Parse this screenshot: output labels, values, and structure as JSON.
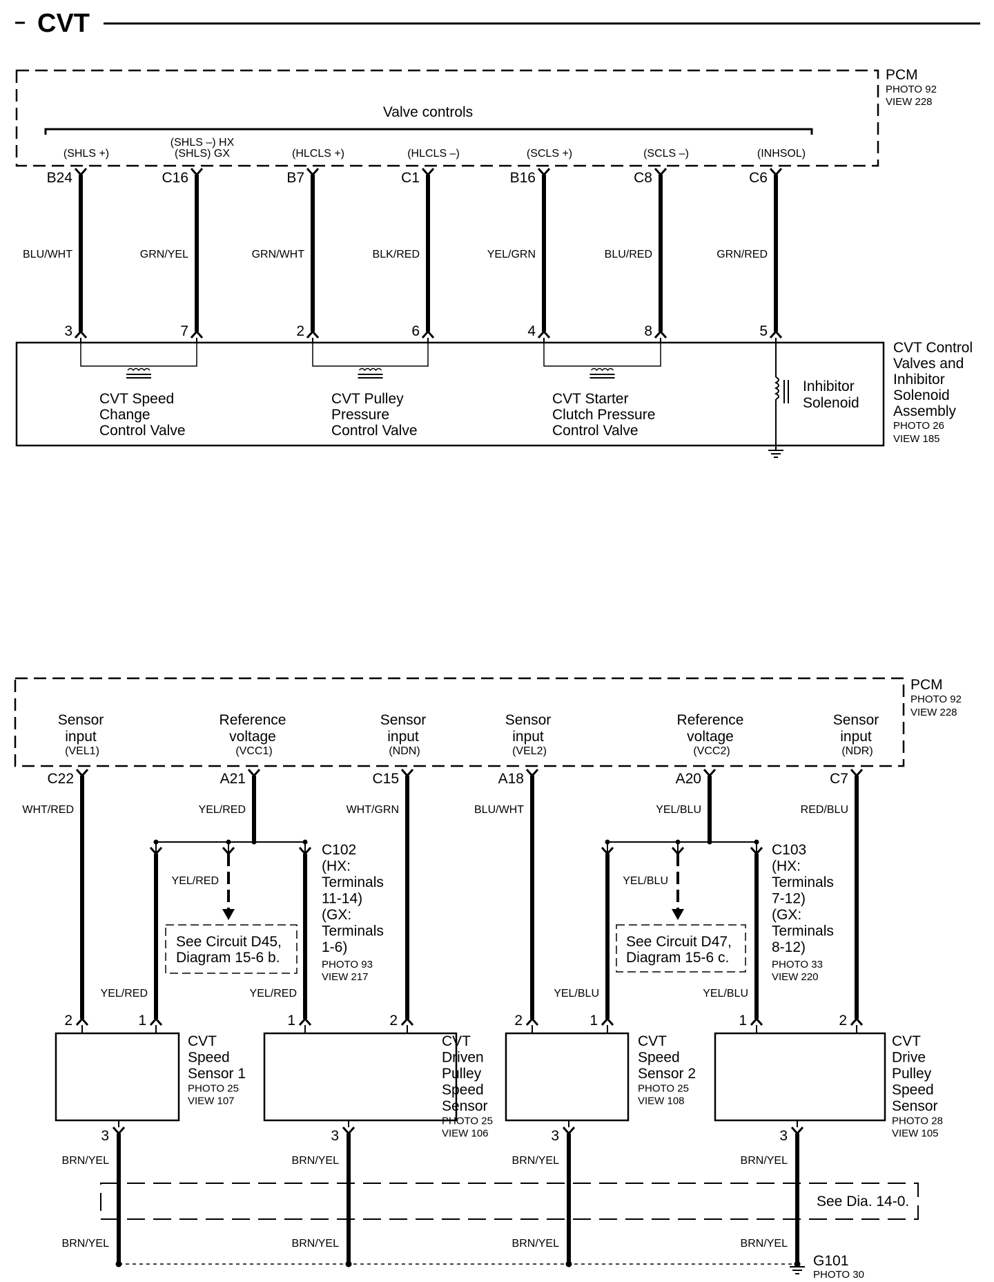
{
  "title": "CVT",
  "top": {
    "pcm": {
      "name": "PCM",
      "photo": "PHOTO 92",
      "view": "VIEW 228"
    },
    "group_label": "Valve controls",
    "wires": [
      {
        "signal": "(SHLS +)",
        "pin": "B24",
        "color": "BLU/WHT",
        "term": "3"
      },
      {
        "signal": "(SHLS) GX",
        "signal_top": "(SHLS –) HX",
        "pin": "C16",
        "color": "GRN/YEL",
        "term": "7"
      },
      {
        "signal": "(HLCLS +)",
        "pin": "B7",
        "color": "GRN/WHT",
        "term": "2"
      },
      {
        "signal": "(HLCLS –)",
        "pin": "C1",
        "color": "BLK/RED",
        "term": "6"
      },
      {
        "signal": "(SCLS +)",
        "pin": "B16",
        "color": "YEL/GRN",
        "term": "4"
      },
      {
        "signal": "(SCLS –)",
        "pin": "C8",
        "color": "BLU/RED",
        "term": "8"
      },
      {
        "signal": "(INHSOL)",
        "pin": "C6",
        "color": "GRN/RED",
        "term": "5"
      }
    ],
    "valves": [
      {
        "lines": [
          "CVT Speed",
          "Change",
          "Control Valve"
        ]
      },
      {
        "lines": [
          "CVT Pulley",
          "Pressure",
          "Control Valve"
        ]
      },
      {
        "lines": [
          "CVT Starter",
          "Clutch Pressure",
          "Control Valve"
        ]
      }
    ],
    "inhibitor": {
      "lines": [
        "Inhibitor",
        "Solenoid"
      ]
    },
    "assembly": {
      "lines": [
        "CVT Control",
        "Valves and",
        "Inhibitor",
        "Solenoid",
        "Assembly"
      ],
      "photo": "PHOTO 26",
      "view": "VIEW 185"
    }
  },
  "bottom": {
    "pcm": {
      "name": "PCM",
      "photo": "PHOTO 92",
      "view": "VIEW 228"
    },
    "inputs": [
      {
        "l1": "Sensor",
        "l2": "input",
        "sig": "(VEL1)",
        "pin": "C22",
        "color": "WHT/RED"
      },
      {
        "l1": "Reference",
        "l2": "voltage",
        "sig": "(VCC1)",
        "pin": "A21",
        "color": "YEL/RED"
      },
      {
        "l1": "Sensor",
        "l2": "input",
        "sig": "(NDN)",
        "pin": "C15",
        "color": "WHT/GRN"
      },
      {
        "l1": "Sensor",
        "l2": "input",
        "sig": "(VEL2)",
        "pin": "A18",
        "color": "BLU/WHT"
      },
      {
        "l1": "Reference",
        "l2": "voltage",
        "sig": "(VCC2)",
        "pin": "A20",
        "color": "YEL/BLU"
      },
      {
        "l1": "Sensor",
        "l2": "input",
        "sig": "(NDR)",
        "pin": "C7",
        "color": "RED/BLU"
      }
    ],
    "splices": [
      {
        "branch_color": "YEL/RED",
        "left_color": "YEL/RED",
        "right_color": "YEL/RED",
        "see": [
          "See Circuit D45,",
          "Diagram 15-6 b."
        ],
        "connector": [
          "C102",
          "(HX:",
          "Terminals",
          "11-14)",
          "(GX:",
          "Terminals",
          "1-6)"
        ],
        "photo": "PHOTO 93",
        "view": "VIEW 217"
      },
      {
        "branch_color": "YEL/BLU",
        "left_color": "YEL/BLU",
        "right_color": "YEL/BLU",
        "see": [
          "See Circuit D47,",
          "Diagram 15-6 c."
        ],
        "connector": [
          "C103",
          "(HX:",
          "Terminals",
          "7-12)",
          "(GX:",
          "Terminals",
          "8-12)"
        ],
        "photo": "PHOTO 33",
        "view": "VIEW 220"
      }
    ],
    "sensors": [
      {
        "lines": [
          "CVT",
          "Speed",
          "Sensor 1"
        ],
        "photo": "PHOTO 25",
        "view": "VIEW 107",
        "t_sig": "2",
        "t_ref": "1",
        "t_gnd": "3"
      },
      {
        "lines": [
          "CVT",
          "Driven",
          "Pulley",
          "Speed",
          "Sensor"
        ],
        "photo": "PHOTO 25",
        "view": "VIEW 106",
        "t_sig": "2",
        "t_ref": "1",
        "t_gnd": "3"
      },
      {
        "lines": [
          "CVT",
          "Speed",
          "Sensor 2"
        ],
        "photo": "PHOTO 25",
        "view": "VIEW 108",
        "t_sig": "2",
        "t_ref": "1",
        "t_gnd": "3"
      },
      {
        "lines": [
          "CVT",
          "Drive",
          "Pulley",
          "Speed",
          "Sensor"
        ],
        "photo": "PHOTO 28",
        "view": "VIEW 105",
        "t_sig": "2",
        "t_ref": "1",
        "t_gnd": "3"
      }
    ],
    "ground_color": "BRN/YEL",
    "see_dia": "See Dia. 14-0.",
    "ground": {
      "name": "G101",
      "photo": "PHOTO 30"
    }
  }
}
